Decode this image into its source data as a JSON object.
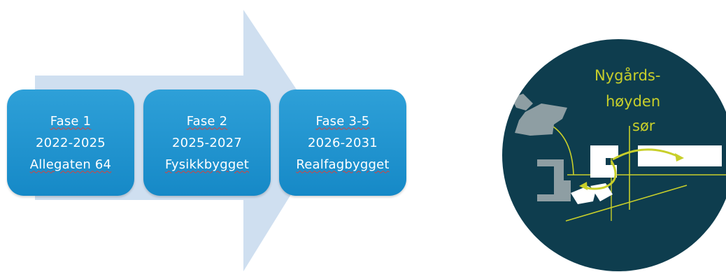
{
  "phases": [
    {
      "name": "Fase 1",
      "years": "2022-2025",
      "location": "Allegaten 64"
    },
    {
      "name": "Fase 2",
      "years": "2025-2027",
      "location": "Fysikkbygget"
    },
    {
      "name": "Fase 3-5",
      "years": "2026-2031",
      "location": "Realfagbygget"
    }
  ],
  "map": {
    "label_lines": [
      "Nygårds-",
      "høyden",
      "sør"
    ]
  },
  "colors": {
    "arrow": "#cfdff0",
    "box": "#1a8fcc",
    "circle": "#0e3d4e",
    "accent": "#c8cf2a",
    "building_gray": "#8e9ea3"
  }
}
